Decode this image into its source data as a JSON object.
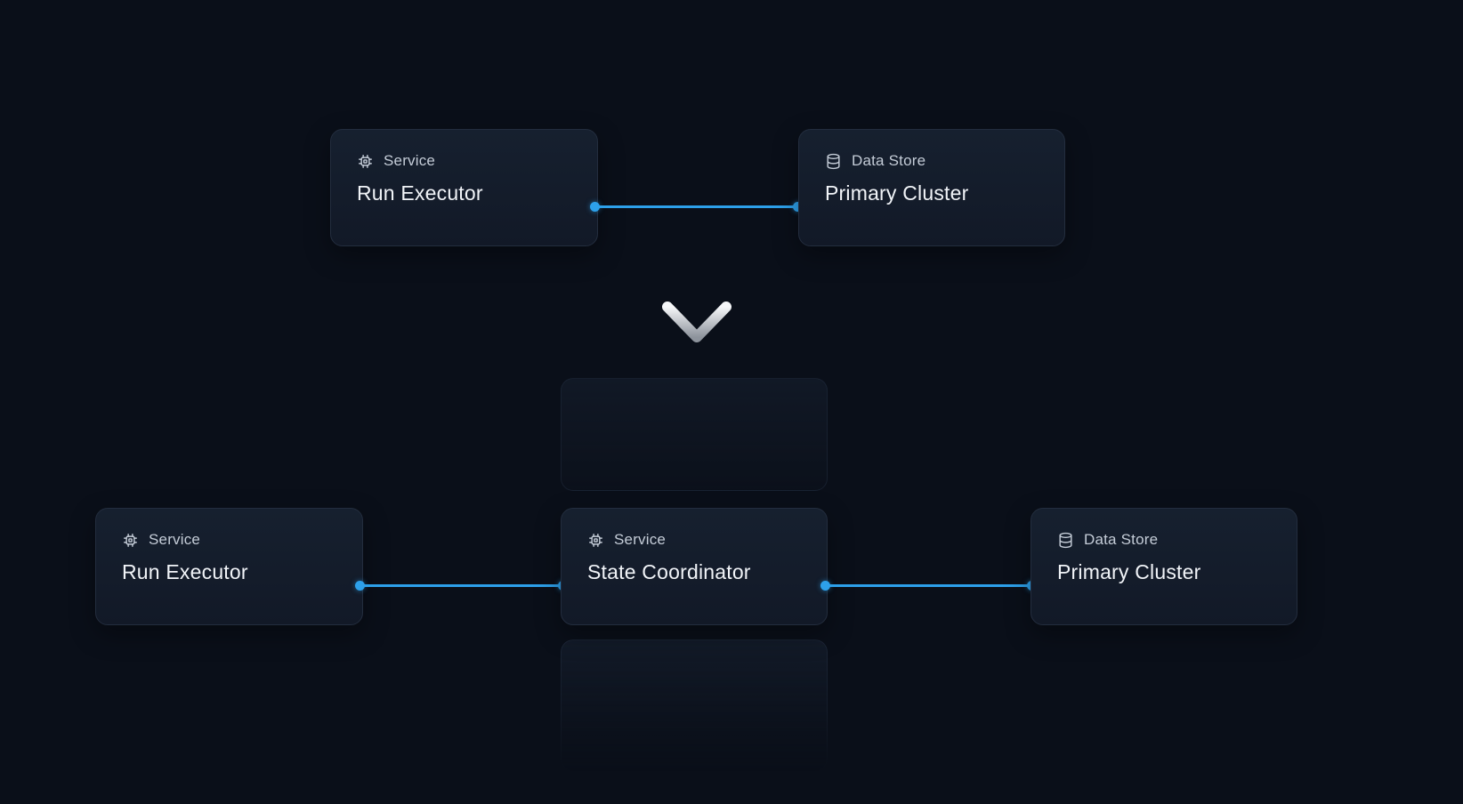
{
  "theme": {
    "background": "#0a0f19",
    "card_background": "#141b29",
    "card_border": "#232d3e",
    "connector_blue": "#2da0ea",
    "label_gray": "#c4ccd7",
    "title_white": "#f1f4f8"
  },
  "diagram": {
    "before": {
      "nodes": [
        {
          "type": "Service",
          "name": "Run Executor",
          "icon": "chip-icon"
        },
        {
          "type": "Data Store",
          "name": "Primary Cluster",
          "icon": "database-icon"
        }
      ]
    },
    "transition": {
      "icon": "chevron-down-icon"
    },
    "after": {
      "nodes": [
        {
          "type": "Service",
          "name": "Run Executor",
          "icon": "chip-icon"
        },
        {
          "type": "Service",
          "name": "State Coordinator",
          "icon": "chip-icon"
        },
        {
          "type": "Data Store",
          "name": "Primary Cluster",
          "icon": "database-icon"
        }
      ]
    }
  }
}
